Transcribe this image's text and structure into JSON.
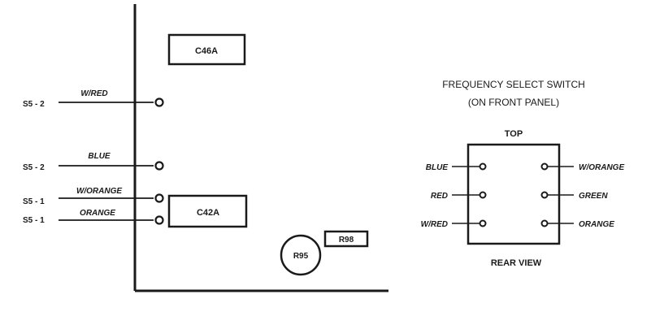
{
  "board": {
    "components": {
      "c46a": "C46A",
      "c42a": "C42A",
      "r98": "R98",
      "r95": "R95"
    },
    "connections": [
      {
        "terminal": "S5 - 2",
        "wire": "W/RED"
      },
      {
        "terminal": "S5 - 2",
        "wire": "BLUE"
      },
      {
        "terminal": "S5 - 1",
        "wire": "W/ORANGE"
      },
      {
        "terminal": "S5 - 1",
        "wire": "ORANGE"
      }
    ]
  },
  "switch": {
    "title_line1": "FREQUENCY SELECT SWITCH",
    "title_line2": "(ON FRONT PANEL)",
    "top_label": "TOP",
    "bottom_label": "REAR VIEW",
    "left_wires": [
      "BLUE",
      "RED",
      "W/RED"
    ],
    "right_wires": [
      "W/ORANGE",
      "GREEN",
      "ORANGE"
    ]
  }
}
